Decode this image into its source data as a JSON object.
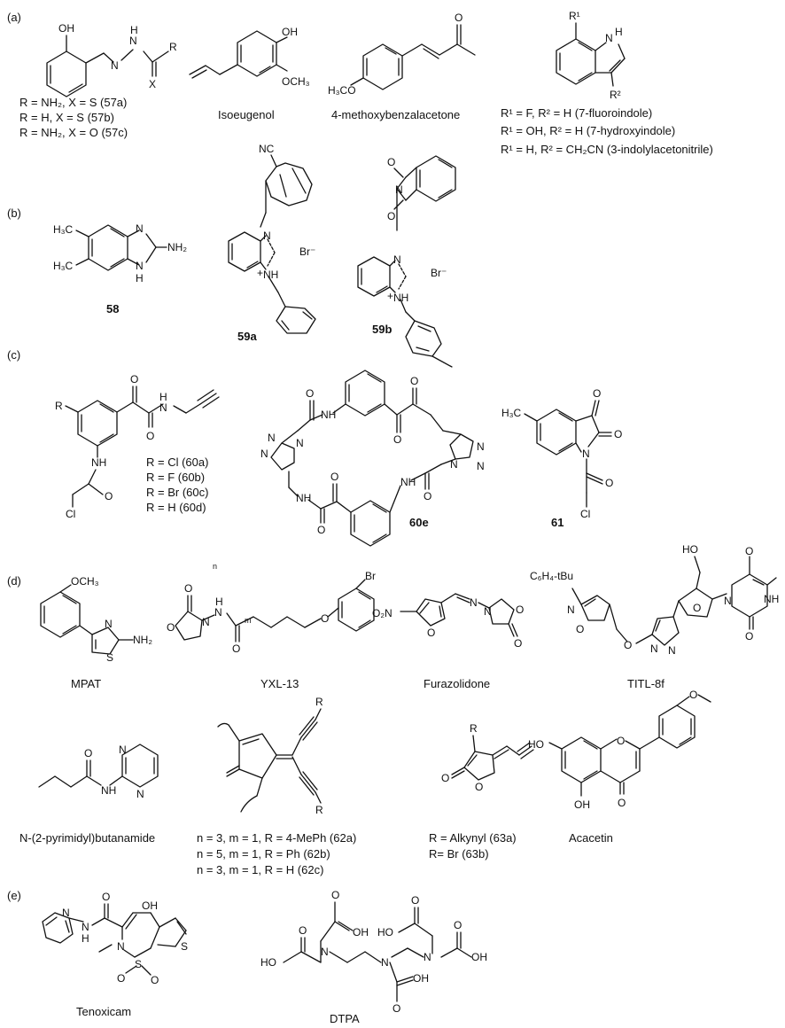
{
  "sections": {
    "a": "(a)",
    "b": "(b)",
    "c": "(c)",
    "d": "(d)",
    "e": "(e)"
  },
  "stray_mark": "n",
  "captions": {
    "c57a": "R = NH₂, X = S (57a)",
    "c57b": "R = H, X = S (57b)",
    "c57c": "R = NH₂, X = O (57c)",
    "isoeugenol": "Isoeugenol",
    "methoxybenzalacetone": "4-methoxybenzalacetone",
    "indole1": "R¹ = F, R² = H (7-fluoroindole)",
    "indole2": "R¹ = OH, R² = H (7-hydroxyindole)",
    "indole3": "R¹ = H, R² = CH₂CN (3-indolylacetonitrile)",
    "c58": "58",
    "c59a": "59a",
    "c59b": "59b",
    "c60a": "R = Cl (60a)",
    "c60b": "R = F (60b)",
    "c60c": "R = Br (60c)",
    "c60d": "R = H (60d)",
    "c60e": "60e",
    "c61": "61",
    "mpat": "MPAT",
    "yxl13": "YXL-13",
    "furazolidone": "Furazolidone",
    "titl8f": "TITL-8f",
    "pyrimidyl": "N-(2-pyrimidyl)butanamide",
    "c62a": "n = 3, m = 1, R = 4-MePh (62a)",
    "c62b": "n = 5, m = 1, R = Ph (62b)",
    "c62c": "n = 3, m = 1, R = H (62c)",
    "c63a": "R = Alkynyl (63a)",
    "c63b": "R= Br (63b)",
    "acacetin": "Acacetin",
    "tenoxicam": "Tenoxicam",
    "dtpa": "DTPA"
  },
  "atoms": {
    "oh": "OH",
    "och3": "OCH₃",
    "h3co": "H₃CO",
    "x": "X",
    "r": "R",
    "n": "N",
    "nh": "NH",
    "h": "H",
    "o": "O",
    "nh2": "NH₂",
    "h3c": "H₃C",
    "cn": "NC",
    "br": "Br",
    "br_minus": "Br⁻",
    "plus": "+",
    "cl": "Cl",
    "ho": "HO",
    "s": "S",
    "c6h4tbu": "C₆H₄-tBu",
    "m": "m",
    "r1": "R¹",
    "r2": "R²",
    "me": "–",
    "no2": "O₂N"
  }
}
